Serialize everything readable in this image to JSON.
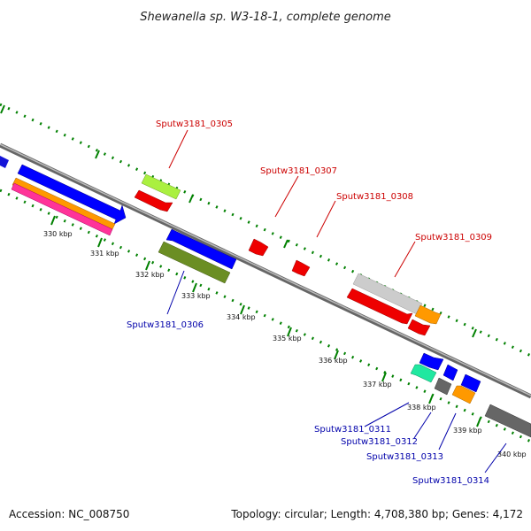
{
  "title": "Shewanella sp. W3-18-1, complete genome",
  "footer": {
    "accession": "Accession: NC_008750",
    "summary": "Topology: circular; Length: 4,708,380 bp; Genes: 4,172"
  },
  "tick_labels": [
    "330 kbp",
    "331 kbp",
    "332 kbp",
    "333 kbp",
    "334 kbp",
    "335 kbp",
    "336 kbp",
    "337 kbp",
    "338 kbp",
    "339 kbp",
    "340 kbp"
  ],
  "gene_labels_forward": [
    "Sputw3181_0305",
    "Sputw3181_0307",
    "Sputw3181_0308",
    "Sputw3181_0309"
  ],
  "gene_labels_reverse": [
    "Sputw3181_0306",
    "Sputw3181_0311",
    "Sputw3181_0312",
    "Sputw3181_0313",
    "Sputw3181_0314"
  ],
  "colors": {
    "forward_label": "#cc0000",
    "reverse_label": "#0000aa",
    "backbone": "#888888",
    "tick": "#008000"
  }
}
